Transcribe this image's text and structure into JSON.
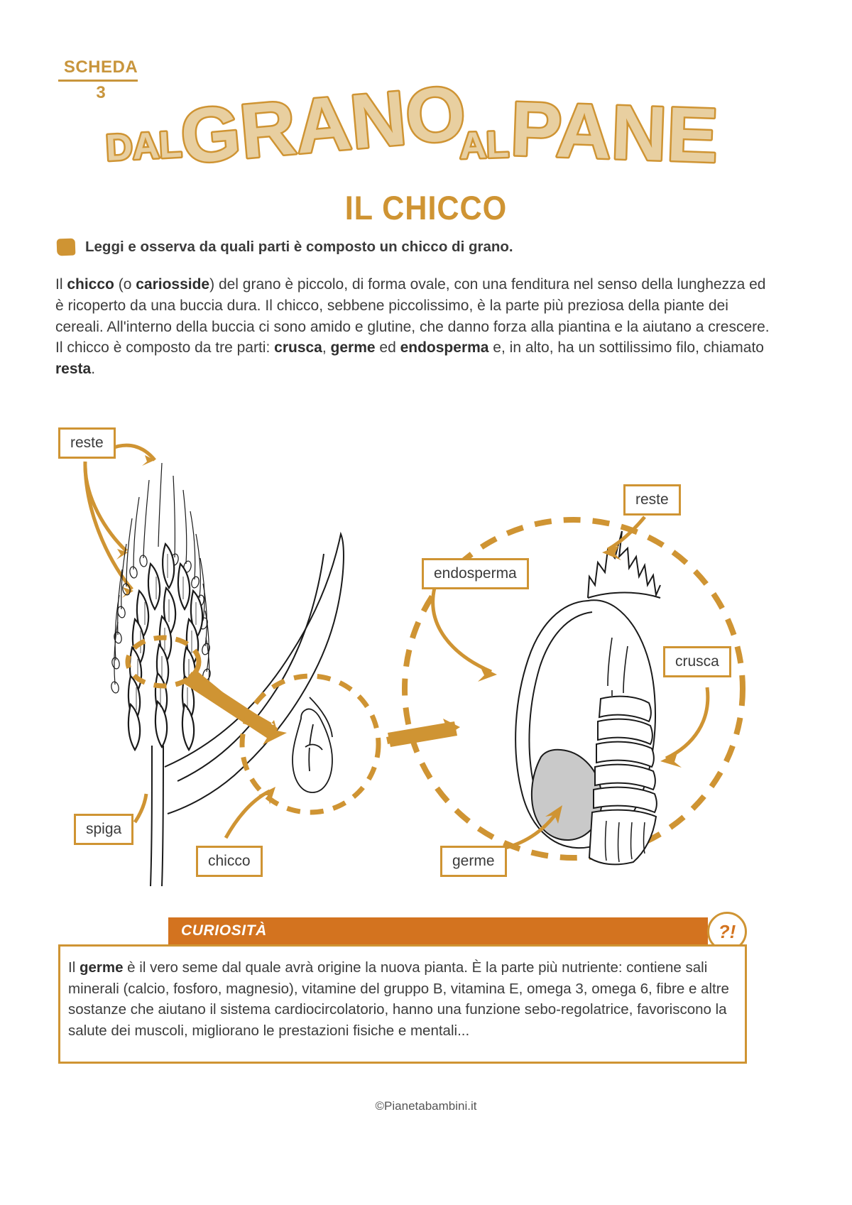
{
  "header": {
    "scheda_label": "SCHEDA",
    "scheda_number": "3",
    "title_words": [
      "DAL",
      "GRANO",
      "AL",
      "PANE"
    ],
    "title_full": "DAL GRANO AL PANE",
    "subtitle": "IL CHICCO"
  },
  "instruction": {
    "bullet_icon": "square-bullet-icon",
    "text": "Leggi e osserva da quali parti è composto un chicco di grano."
  },
  "body": {
    "segments": [
      {
        "t": "Il ",
        "b": false
      },
      {
        "t": "chicco",
        "b": true
      },
      {
        "t": " (o ",
        "b": false
      },
      {
        "t": "cariosside",
        "b": true
      },
      {
        "t": ") del grano è piccolo, di forma ovale, con una fenditura nel senso della lunghezza ed è ricoperto da una buccia dura. Il chicco, sebbene piccolissimo, è la parte più preziosa della piante dei cereali. All'interno della buccia ci sono amido e glutine, che danno forza alla piantina e la aiutano a crescere. Il chicco è composto da tre parti: ",
        "b": false
      },
      {
        "t": "crusca",
        "b": true
      },
      {
        "t": ", ",
        "b": false
      },
      {
        "t": "germe",
        "b": true
      },
      {
        "t": " ed ",
        "b": false
      },
      {
        "t": "endosperma",
        "b": true
      },
      {
        "t": " e, in alto, ha un sottilissimo filo, chiamato ",
        "b": false
      },
      {
        "t": "resta",
        "b": true
      },
      {
        "t": ".",
        "b": false
      }
    ]
  },
  "diagram": {
    "labels": {
      "reste_spike": "reste",
      "spiga": "spiga",
      "chicco": "chicco",
      "endosperma": "endosperma",
      "reste_kernel": "reste",
      "crusca": "crusca",
      "germe": "germe"
    }
  },
  "curiosita": {
    "banner_label": "CURIOSITÀ",
    "badge_label": "?!",
    "segments": [
      {
        "t": "Il ",
        "b": false
      },
      {
        "t": "germe",
        "b": true
      },
      {
        "t": " è il vero seme dal quale avrà origine la nuova pianta. È la parte più nutriente: contiene sali minerali (calcio, fosforo, magnesio), vitamine del gruppo B, vitamina E, omega 3, omega 6, fibre e altre sostanze che aiutano il sistema cardiocircolatorio, hanno una funzione sebo-regolatrice, favoriscono la salute dei muscoli, migliorano le prestazioni fisiche e mentali...",
        "b": false
      }
    ]
  },
  "footer": {
    "credit": "©Pianetabambini.it"
  },
  "colors": {
    "gold": "#cf9433",
    "gold_light": "#e8cfa0",
    "orange": "#d3731f",
    "text": "#3c3c3c",
    "germ_gray": "#c9c9c9"
  }
}
